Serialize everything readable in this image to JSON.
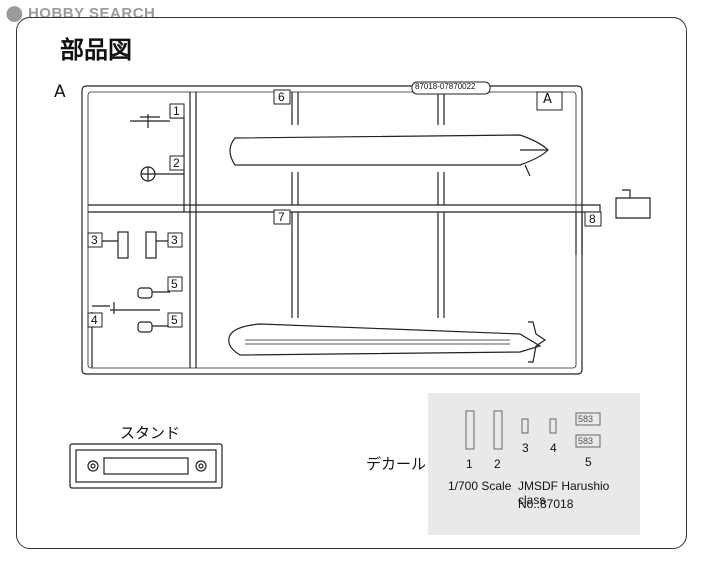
{
  "watermark": "HOBBY SEARCH",
  "page_title": "部品図",
  "sprue": {
    "letter": "A",
    "tag_letter": "A",
    "code": "87018-07870022",
    "parts": [
      "1",
      "2",
      "3",
      "3",
      "4",
      "5",
      "5",
      "6",
      "7",
      "8"
    ]
  },
  "stand": {
    "label": "スタンド"
  },
  "decal": {
    "label": "デカール",
    "items": [
      "1",
      "2",
      "3",
      "4",
      "5"
    ],
    "hull_number": "583",
    "scale": "1/700 Scale",
    "class": "JMSDF Harushio class",
    "number": "No.:87018"
  }
}
